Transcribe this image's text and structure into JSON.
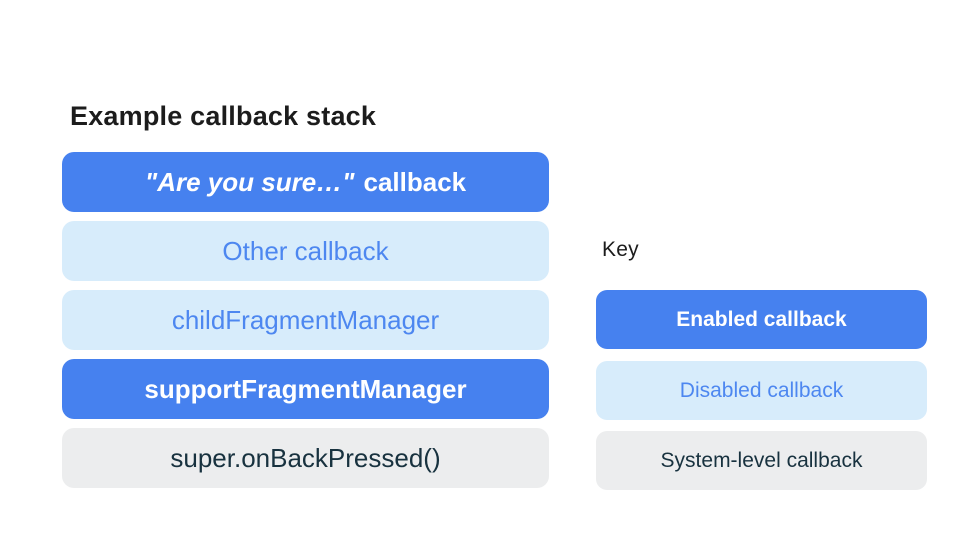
{
  "colors": {
    "enabled_bg": "#4681EF",
    "enabled_text": "#FFFFFF",
    "disabled_bg": "#D7ECFB",
    "disabled_text": "#4D87F0",
    "system_bg": "#ECEDEE",
    "system_text": "#18323F",
    "heading_text": "#1C1C1C"
  },
  "stack": {
    "title": "Example callback stack",
    "items": [
      {
        "label_italic": "\"Are you sure…\"",
        "label_rest": "callback",
        "type": "enabled"
      },
      {
        "label": "Other callback",
        "type": "disabled"
      },
      {
        "label": "childFragmentManager",
        "type": "disabled"
      },
      {
        "label": "supportFragmentManager",
        "type": "enabled"
      },
      {
        "label": "super.onBackPressed()",
        "type": "system"
      }
    ]
  },
  "key": {
    "title": "Key",
    "items": [
      {
        "label": "Enabled callback",
        "type": "enabled"
      },
      {
        "label": "Disabled callback",
        "type": "disabled"
      },
      {
        "label": "System-level callback",
        "type": "system"
      }
    ]
  }
}
